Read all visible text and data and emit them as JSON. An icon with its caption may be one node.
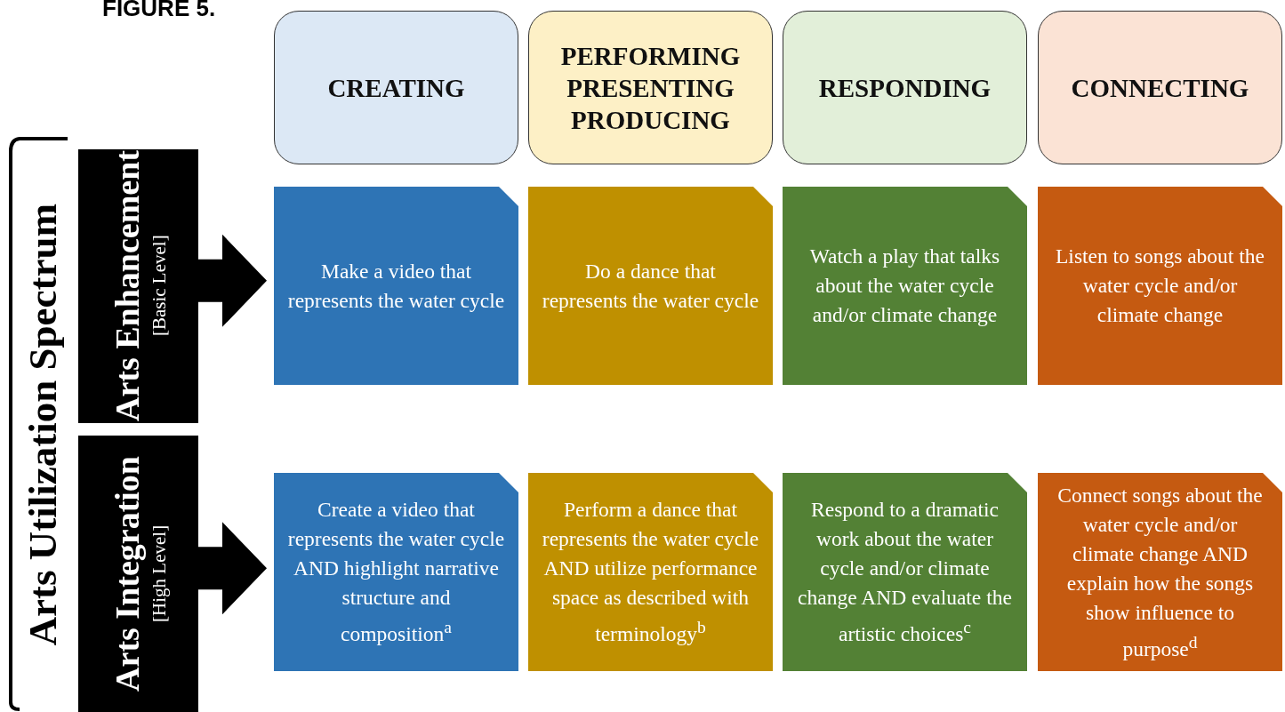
{
  "diagram": {
    "title": "FIGURE 5.",
    "nodes": [
      {
        "text": [
          "CREATING"
        ]
      },
      {
        "text": [
          "PERFORMING PRESENTING PRODUCING"
        ]
      },
      {
        "text": [
          "RESPONDING"
        ]
      },
      {
        "text": [
          "CONNECTING"
        ]
      },
      {
        "text": [
          "Arts Enhancement",
          "[Basic Level]"
        ]
      },
      {
        "text": [
          "Make a video that represents the water cycle"
        ]
      },
      {
        "text": [
          "Do a dance that represents the water cycle"
        ]
      },
      {
        "text": [
          "Watch a play that talks about the water cycle and/or climate change"
        ]
      },
      {
        "text": [
          "Listen to songs about the water cycle and/or climate change"
        ]
      },
      {
        "text": [
          "Arts Integration",
          "[High Level]"
        ]
      },
      {
        "text": [
          "Create a video that represents the water cycle AND highlight narrative structure and composition$^{a}$"
        ]
      },
      {
        "text": [
          "Perform a dance that represents the water cycle AND utilize performance space as described with terminology$^{b}$"
        ]
      },
      {
        "text": [
          "Respond to a dramatic work about the water cycle and/or climate change AND evaluate the artistic choices$^{c}$"
        ]
      },
      {
        "text": [
          "Connect songs about the water cycle and/or climate change AND explain how the songs show influence to purpose$^{d}$"
        ]
      }
    ],
    "edges": [
      {
        "from": 4,
        "to": 5,
        "arrow": "to"
      },
      {
        "from": 9,
        "to": 10,
        "arrow": "to"
      }
    ],
    "labels": [
      "Arts Utilization Spectrum"
    ]
  }
}
